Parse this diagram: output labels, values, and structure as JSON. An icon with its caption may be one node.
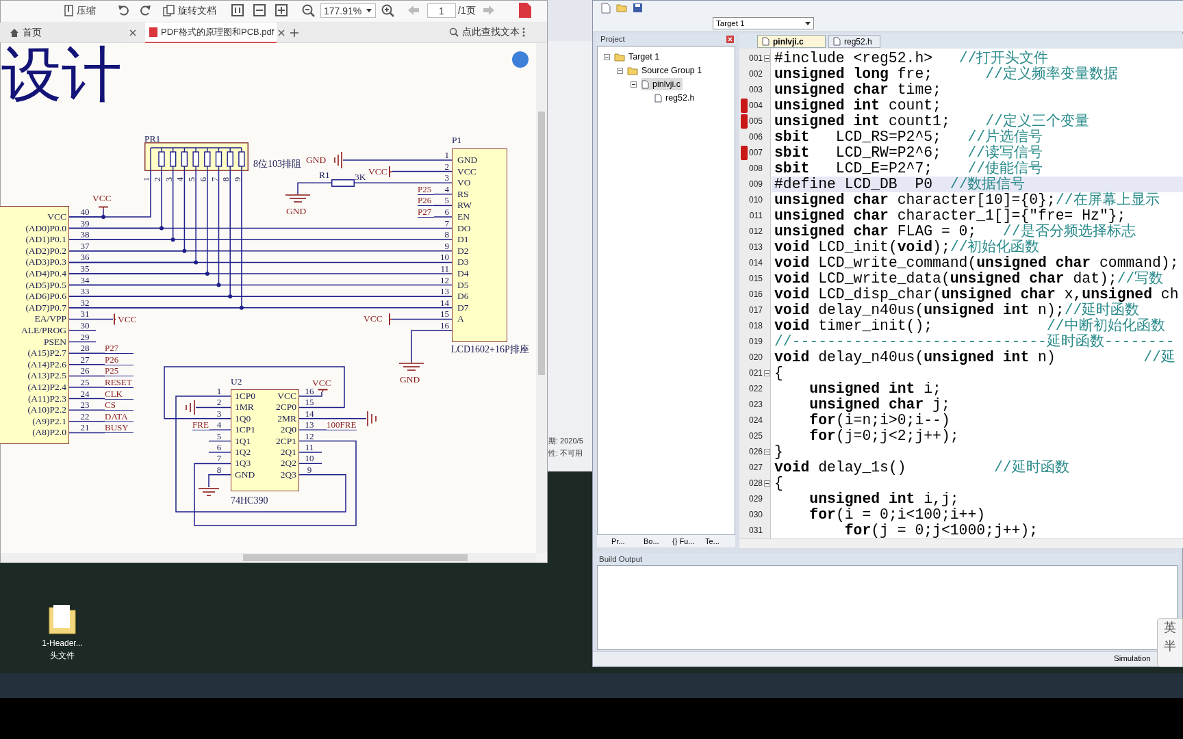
{
  "diagram": {
    "nodes": [
      {
        "text": [
          "VCC",
          "(AD0)P0.0",
          "(AD1)P0.1",
          "(AD2)P0.2",
          "(AD3)P0.3",
          "(AD4)P0.4",
          "(AD5)P0.5",
          "(AD6)P0.6",
          "(AD7)P0.7",
          "EA/VPP",
          "ALE/PROG",
          "PSEN",
          "(A15)P2.7",
          "(A14)P2.6",
          "(A13)P2.5",
          "(A12)P2.4",
          "(A11)P2.3",
          "(A10)P2.2",
          "(A9)P2.1",
          "(A8)P2.0"
        ],
        "beside": [
          "30",
          "29"
        ]
      },
      {
        "text": [
          "PR1"
        ],
        "beside": [
          "8位103排阻"
        ]
      },
      {
        "text": [
          "P1",
          "GND",
          "VCC",
          "VO",
          "RS",
          "RW",
          "EN",
          "DO",
          "D1",
          "D2",
          "D3",
          "D4",
          "D5",
          "D6",
          "D7",
          "A"
        ],
        "beside": [
          "LCD1602+16P排座"
        ]
      },
      {
        "text": [
          "R1",
          "3K"
        ]
      },
      {
        "text": [
          "U2",
          "1CP0",
          "VCC",
          "1MR",
          "2CP0",
          "1Q0",
          "2MR",
          "1CP1",
          "2Q0",
          "1Q1",
          "2CP1",
          "1Q2",
          "2Q1",
          "1Q3",
          "2Q2",
          "GND",
          "2Q3",
          "74HC390"
        ],
        "beside": [
          "5",
          "6",
          "11",
          "10"
        ]
      },
      {
        "text": [
          "VCC"
        ]
      },
      {
        "text": [
          "VCC"
        ]
      },
      {
        "text": [
          "GND"
        ]
      },
      {
        "text": [
          "VCC"
        ]
      },
      {
        "text": [
          "GND"
        ]
      },
      {
        "text": [
          "VCC"
        ]
      },
      {
        "text": [
          "GND"
        ]
      },
      {
        "text": [
          "VCC"
        ]
      },
      {
        "text": [],
        "shape": "ground"
      },
      {
        "text": [],
        "shape": "ground"
      },
      {
        "text": [],
        "shape": "ground"
      },
      {
        "text": [
          "P27"
        ]
      },
      {
        "text": [
          "P26"
        ]
      },
      {
        "text": [
          "P25"
        ]
      },
      {
        "text": [
          "RESET"
        ]
      },
      {
        "text": [
          "CLK"
        ]
      },
      {
        "text": [
          "CS"
        ]
      },
      {
        "text": [
          "DATA"
        ]
      },
      {
        "text": [
          "BUSY"
        ]
      },
      {
        "text": [
          "P25"
        ]
      },
      {
        "text": [
          "P26"
        ]
      },
      {
        "text": [
          "P27"
        ]
      },
      {
        "text": [
          "FRE"
        ]
      },
      {
        "text": [
          "100FRE"
        ]
      }
    ],
    "edges": [
      {
        "from": 5,
        "to": 0,
        "arrow": "none"
      },
      {
        "from": 1,
        "to": 0,
        "arrow": "none"
      },
      {
        "from": 0,
        "to": 2,
        "arrow": "none"
      },
      {
        "from": 0,
        "to": 2,
        "arrow": "none"
      },
      {
        "from": 0,
        "to": 2,
        "arrow": "none"
      },
      {
        "from": 0,
        "to": 2,
        "arrow": "none"
      },
      {
        "from": 0,
        "to": 2,
        "arrow": "none"
      },
      {
        "from": 0,
        "to": 2,
        "arrow": "none"
      },
      {
        "from": 0,
        "to": 2,
        "arrow": "none"
      },
      {
        "from": 0,
        "to": 2,
        "arrow": "none"
      },
      {
        "from": 1,
        "to": 0,
        "arrow": "none"
      },
      {
        "from": 1,
        "to": 0,
        "arrow": "none"
      },
      {
        "from": 1,
        "to": 0,
        "arrow": "none"
      },
      {
        "from": 1,
        "to": 0,
        "arrow": "none"
      },
      {
        "from": 1,
        "to": 0,
        "arrow": "none"
      },
      {
        "from": 1,
        "to": 0,
        "arrow": "none"
      },
      {
        "from": 1,
        "to": 0,
        "arrow": "none"
      },
      {
        "from": 1,
        "to": 0,
        "arrow": "none"
      },
      {
        "from": 6,
        "to": 0,
        "arrow": "none"
      },
      {
        "from": 7,
        "to": 2,
        "arrow": "none"
      },
      {
        "from": 8,
        "to": 2,
        "arrow": "none"
      },
      {
        "from": 9,
        "to": 3,
        "arrow": "none"
      },
      {
        "from": 3,
        "to": 2,
        "arrow": "none"
      },
      {
        "from": 10,
        "to": 2,
        "arrow": "none"
      },
      {
        "from": 2,
        "to": 11,
        "arrow": "none"
      },
      {
        "from": 12,
        "to": 4,
        "arrow": "none"
      },
      {
        "from": 13,
        "to": 4,
        "arrow": "none"
      },
      {
        "from": 14,
        "to": 4,
        "arrow": "none"
      },
      {
        "from": 15,
        "to": 4,
        "arrow": "none"
      },
      {
        "from": 4,
        "to": 4,
        "arrow": "none"
      },
      {
        "from": 4,
        "to": 4,
        "arrow": "none"
      },
      {
        "from": 4,
        "to": 4,
        "arrow": "none"
      },
      {
        "from": 0,
        "to": 16,
        "arrow": "none"
      },
      {
        "from": 0,
        "to": 17,
        "arrow": "none"
      },
      {
        "from": 0,
        "to": 18,
        "arrow": "none"
      },
      {
        "from": 0,
        "to": 19,
        "arrow": "none"
      },
      {
        "from": 0,
        "to": 20,
        "arrow": "none"
      },
      {
        "from": 0,
        "to": 21,
        "arrow": "none"
      },
      {
        "from": 0,
        "to": 22,
        "arrow": "none"
      },
      {
        "from": 0,
        "to": 23,
        "arrow": "none"
      },
      {
        "from": 24,
        "to": 2,
        "arrow": "none"
      },
      {
        "from": 25,
        "to": 2,
        "arrow": "none"
      },
      {
        "from": 26,
        "to": 2,
        "arrow": "none"
      },
      {
        "from": 27,
        "to": 4,
        "arrow": "none"
      },
      {
        "from": 28,
        "to": 4,
        "arrow": "none"
      }
    ],
    "labels": [
      "压缩",
      "旋转文档",
      "177.91%",
      "1",
      "/1页",
      "首页",
      "PDF格式的原理图和PCB.pdf",
      "点此查找文本",
      "设计",
      "40",
      "39",
      "38",
      "37",
      "36",
      "35",
      "34",
      "33",
      "32",
      "31",
      "28",
      "27",
      "26",
      "25",
      "24",
      "23",
      "22",
      "21",
      "1",
      "2",
      "3",
      "4",
      "5",
      "6",
      "7",
      "8",
      "9",
      "1",
      "2",
      "3",
      "4",
      "5",
      "6",
      "7",
      "8",
      "9",
      "10",
      "11",
      "12",
      "13",
      "14",
      "15",
      "16",
      "1",
      "2",
      "3",
      "4",
      "7",
      "8",
      "16",
      "15",
      "14",
      "13",
      "12",
      "9",
      "期: 2020/5",
      "性: 不可用",
      "Target 1",
      "Project",
      "pinlvji.c",
      "reg52.h",
      "Target 1",
      "Source Group 1",
      "pinlvji.c",
      "reg52.h",
      "Pr...",
      "Bo...",
      "{} Fu...",
      "Te...",
      "001",
      "#include <reg52.h>",
      "//打开头文件",
      "002",
      "**unsigned long** fre;",
      "//定义频率变量数据",
      "003",
      "**unsigned char** time;",
      "004",
      "**unsigned int** count;",
      "005",
      "**unsigned int** count1;",
      "//定义三个变量",
      "006",
      "**sbit**   LCD_RS=P2^5;",
      "//片选信号",
      "007",
      "**sbit**   LCD_RW=P2^6;",
      "//读写信号",
      "008",
      "**sbit**   LCD_E=P2^7;",
      "//使能信号",
      "009",
      "#define LCD_DB  P0",
      "//数据信号",
      "010",
      "**unsigned char** character[10]={0};",
      "//在屏幕上显示",
      "011",
      "**unsigned char** character_1[]={\"fre= Hz\"};",
      "012",
      "**unsigned char** FLAG = 0;",
      "//是否分频选择标志",
      "013",
      "**void** LCD_init(**void**);",
      "//初始化函数",
      "014",
      "**void** LCD_write_command(**unsigned char** command);",
      "015",
      "**void** LCD_write_data(**unsigned char** dat);",
      "//写数",
      "016",
      "**void** LCD_disp_char(**unsigned char** x,**unsigned** ch",
      "017",
      "**void** delay_n40us(**unsigned int** n);",
      "//延时函数",
      "018",
      "**void** timer_init();",
      "//中断初始化函数",
      "019",
      "//-----------------------------延时函数--------",
      "020",
      "**void** delay_n40us(**unsigned int** n)",
      "//延",
      "021",
      "{",
      "022",
      "**unsigned int** i;",
      "023",
      "**unsigned char** j;",
      "024",
      "**for**(i=n;i>0;i--)",
      "025",
      "**for**(j=0;j<2;j++);",
      "026",
      "}",
      "027",
      "**void** delay_1s()",
      "//延时函数",
      "028",
      "{",
      "029",
      "**unsigned int** i,j;",
      "030",
      "**for**(i = 0;i<100;i++)",
      "031",
      "**for**(j = 0;j<1000;j++);",
      "Build Output",
      "Simulation",
      "1-Header...",
      "头文件",
      "英",
      "半"
    ]
  }
}
